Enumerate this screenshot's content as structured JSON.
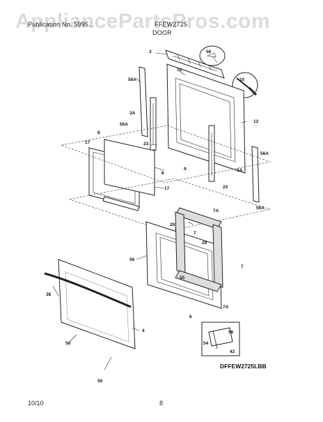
{
  "header": {
    "section": "Publication No. 5995...",
    "model": "FFEW2725",
    "title": "DOOR"
  },
  "watermark": "AppliancePartsPros.com",
  "footer": {
    "date": "10/10",
    "page": "8"
  },
  "diagram_code": "DFFEW2725LBB",
  "callouts": [
    "3",
    "56",
    "10",
    "56A",
    "10",
    "12",
    "3A",
    "56A",
    "23",
    "8",
    "17",
    "9",
    "56A",
    "3A",
    "56A",
    "8",
    "17",
    "23",
    "7A",
    "29",
    "7",
    "56",
    "29",
    "7",
    "55",
    "38",
    "4",
    "56",
    "6",
    "7A",
    "56",
    "56",
    "54",
    "42"
  ]
}
